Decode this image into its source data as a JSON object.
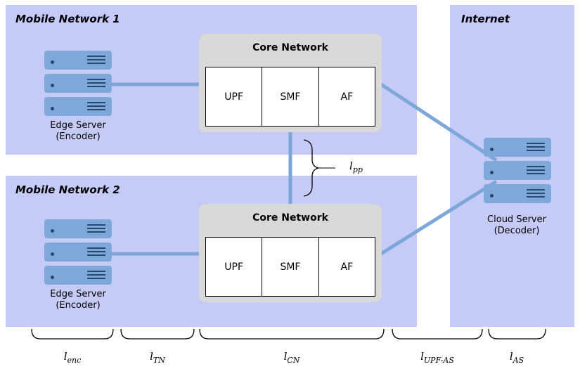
{
  "networks": {
    "mn1": {
      "title": "Mobile Network 1"
    },
    "mn2": {
      "title": "Mobile Network 2"
    },
    "internet": {
      "title": "Internet"
    }
  },
  "core1": {
    "title": "Core Network",
    "cells": [
      "UPF",
      "SMF",
      "AF"
    ]
  },
  "core2": {
    "title": "Core Network",
    "cells": [
      "UPF",
      "SMF",
      "AF"
    ]
  },
  "servers": {
    "edge1": {
      "line1": "Edge Server",
      "line2": "(Encoder)"
    },
    "edge2": {
      "line1": "Edge Server",
      "line2": "(Encoder)"
    },
    "cloud": {
      "line1": "Cloud Server",
      "line2": "(Decoder)"
    }
  },
  "measures": {
    "pp": {
      "base": "l",
      "sub": "pp"
    },
    "enc": {
      "base": "l",
      "sub": "enc"
    },
    "tn": {
      "base": "l",
      "sub": "TN"
    },
    "cn": {
      "base": "l",
      "sub": "CN"
    },
    "upfas": {
      "base": "l",
      "sub": "UPF-AS"
    },
    "as": {
      "base": "l",
      "sub": "AS"
    }
  },
  "colors": {
    "region_bg": "#c5cbf6",
    "core_bg": "#d9d9d9",
    "server_blue": "#7ea7da",
    "connector_blue": "#7da6da"
  }
}
